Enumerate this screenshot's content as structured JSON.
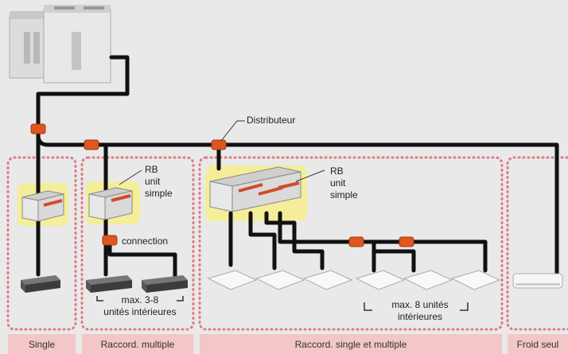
{
  "labels": {
    "distributor": "Distributeur",
    "rb_left_line1": "RB",
    "rb_left_line2": "unit",
    "rb_left_line3": "simple",
    "rb_right_line1": "RB",
    "rb_right_line2": "unit",
    "rb_right_line3": "simple",
    "connection": "connection",
    "max_left_line1": "max. 3-8",
    "max_left_line2": "unités intérieures",
    "max_right_line1": "max. 8 unités",
    "max_right_line2": "intérieures"
  },
  "footer": {
    "single": "Single",
    "raccord_multiple": "Raccord. multiple",
    "raccord_single_multiple": "Raccord. single et multiple",
    "froid_seul": "Froid seul"
  },
  "colors": {
    "background": "#e9e9e9",
    "pipe": "#111111",
    "accent_orange": "#e0561f",
    "highlight_yellow": "#f4ee9a",
    "dotted_border": "#e07a84",
    "footer_band": "#f3c6c8"
  }
}
